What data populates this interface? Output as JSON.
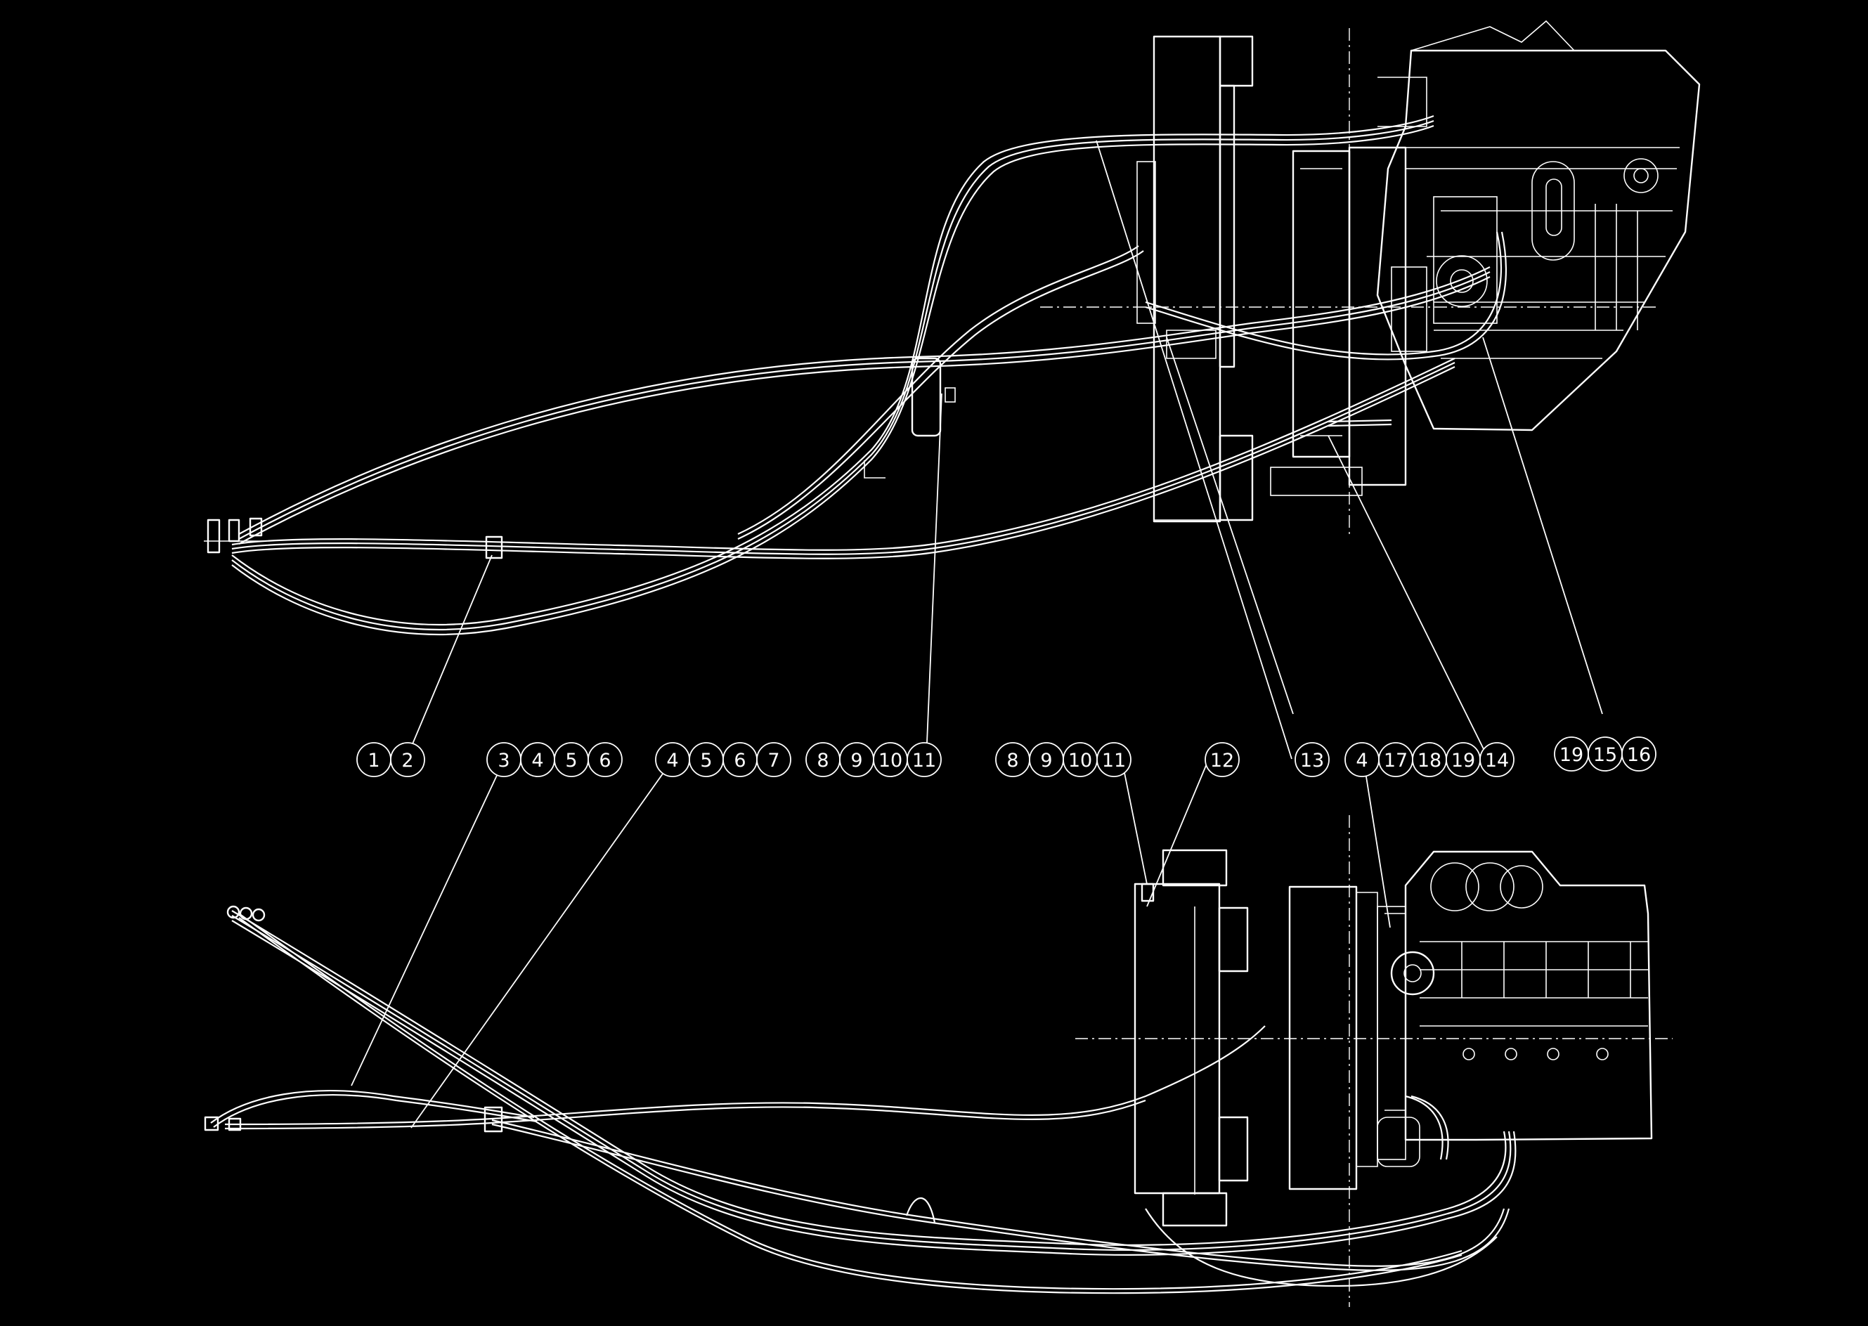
{
  "callout_groups": [
    {
      "id": "g1",
      "numbers": [
        "1",
        "2"
      ]
    },
    {
      "id": "g2",
      "numbers": [
        "3",
        "4",
        "5",
        "6"
      ]
    },
    {
      "id": "g3",
      "numbers": [
        "4",
        "5",
        "6",
        "7"
      ]
    },
    {
      "id": "g4",
      "numbers": [
        "8",
        "9",
        "10",
        "11"
      ]
    },
    {
      "id": "g5",
      "numbers": [
        "8",
        "9",
        "10",
        "11"
      ]
    },
    {
      "id": "g6",
      "numbers": [
        "12"
      ]
    },
    {
      "id": "g7",
      "numbers": [
        "13"
      ]
    },
    {
      "id": "g8",
      "numbers": [
        "4",
        "17",
        "18",
        "19",
        "14"
      ]
    },
    {
      "id": "g9",
      "numbers": [
        "19",
        "15",
        "16"
      ]
    }
  ],
  "colors": {
    "background": "#000000",
    "line": "#ffffff"
  }
}
